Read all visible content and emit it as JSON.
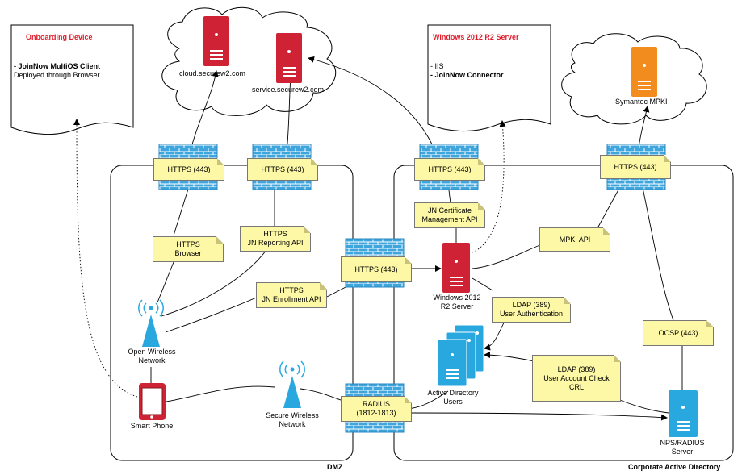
{
  "notes": {
    "onboarding": {
      "title": "Onboarding Device",
      "lines": [
        "- JoinNow MultiOS Client",
        "Deployed through Browser"
      ]
    },
    "windows": {
      "title": "Windows 2012 R2 Server",
      "lines": [
        "- IIS",
        "- JoinNow Connector"
      ]
    }
  },
  "clouds": {
    "securew2": {
      "server1": "cloud.securew2.com",
      "server2": "service.securew2.com"
    },
    "mpki": {
      "server": "Symantec MPKI"
    }
  },
  "firewall_labels": {
    "dmz_left": "HTTPS (443)",
    "dmz_mid": "HTTPS (443)",
    "corp_left": "HTTPS (443)",
    "corp_right": "HTTPS (443)",
    "middle": "HTTPS (443)",
    "radius": [
      "RADIUS",
      "(1812-1813)"
    ]
  },
  "link_labels": {
    "https_browser": [
      "HTTPS",
      "Browser"
    ],
    "jn_reporting": [
      "HTTPS",
      "JN Reporting API"
    ],
    "jn_enrollment": [
      "HTTPS",
      "JN Enrollment API"
    ],
    "jn_cert": [
      "JN Certificate",
      "Management API"
    ],
    "mpki_api": "MPKI API",
    "ldap_user": [
      "LDAP (389)",
      "User Authentication"
    ],
    "ldap_account": [
      "LDAP (389)",
      "User Account Check",
      "CRL"
    ],
    "ocsp": "OCSP (443)"
  },
  "nodes": {
    "windows_server": [
      "Windows 2012",
      "R2 Server"
    ],
    "active_directory": [
      "Active Directory",
      "Users"
    ],
    "nps": [
      "NPS/RADIUS",
      "Server"
    ],
    "open_wireless": [
      "Open Wireless",
      "Network"
    ],
    "secure_wireless": [
      "Secure Wireless",
      "Network"
    ],
    "smart_phone": "Smart Phone"
  },
  "zones": {
    "dmz": "DMZ",
    "corporate": "Corporate Active Directory"
  },
  "colors": {
    "server_red": "#cf2234",
    "server_orange": "#f28c1e",
    "server_blue": "#29a8e0",
    "firewall_blue": "#3ea6dc",
    "label_yellow": "#fdf8a6",
    "note_title_red": "#e11d2c"
  }
}
